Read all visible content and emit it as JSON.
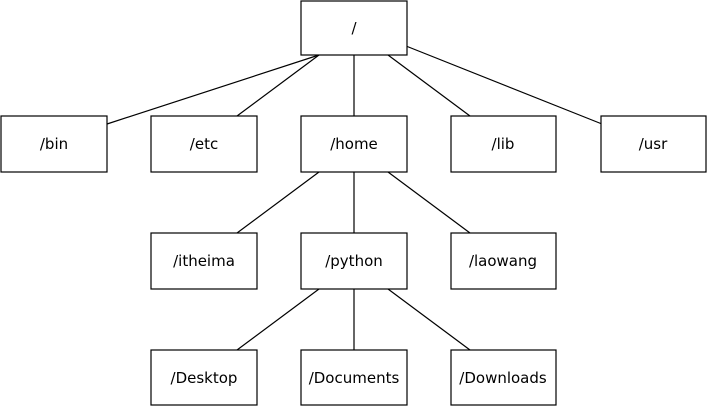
{
  "tree": {
    "root": {
      "label": "/"
    },
    "level1": [
      {
        "id": "bin",
        "label": "/bin"
      },
      {
        "id": "etc",
        "label": "/etc"
      },
      {
        "id": "home",
        "label": "/home"
      },
      {
        "id": "lib",
        "label": "/lib"
      },
      {
        "id": "usr",
        "label": "/usr"
      }
    ],
    "level2": [
      {
        "id": "itheima",
        "label": "/itheima"
      },
      {
        "id": "python",
        "label": "/python"
      },
      {
        "id": "laowang",
        "label": "/laowang"
      }
    ],
    "level3": [
      {
        "id": "desktop",
        "label": "/Desktop"
      },
      {
        "id": "documents",
        "label": "/Documents"
      },
      {
        "id": "downloads",
        "label": "/Downloads"
      }
    ]
  }
}
